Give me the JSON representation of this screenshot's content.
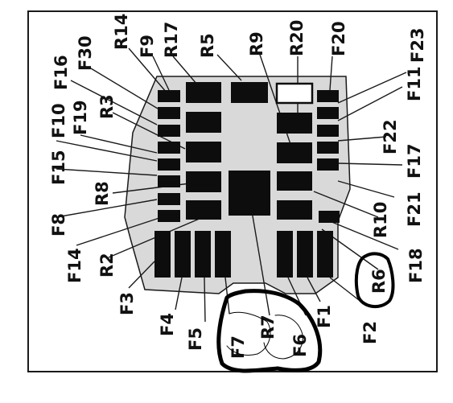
{
  "diagram": {
    "colors": {
      "board": "#d9d9d9",
      "component": "#0d0d0d",
      "line": "#1a1a1a",
      "frame": "#1a1a1a",
      "empty_slot": "#ffffff",
      "marker": "#000000"
    },
    "labels_top": [
      "R14",
      "F9",
      "R17",
      "R5",
      "R9",
      "R20",
      "F20",
      "F23"
    ],
    "labels_left": [
      "F30",
      "F16",
      "R3",
      "F19",
      "F10",
      "F15",
      "R8",
      "F8",
      "F14",
      "R2",
      "F3"
    ],
    "labels_right": [
      "F11",
      "F22",
      "F17",
      "F21",
      "R10",
      "F18",
      "R6"
    ],
    "labels_bottom": [
      "F4",
      "F5",
      "F7",
      "R7",
      "F6",
      "F1",
      "F2"
    ]
  }
}
